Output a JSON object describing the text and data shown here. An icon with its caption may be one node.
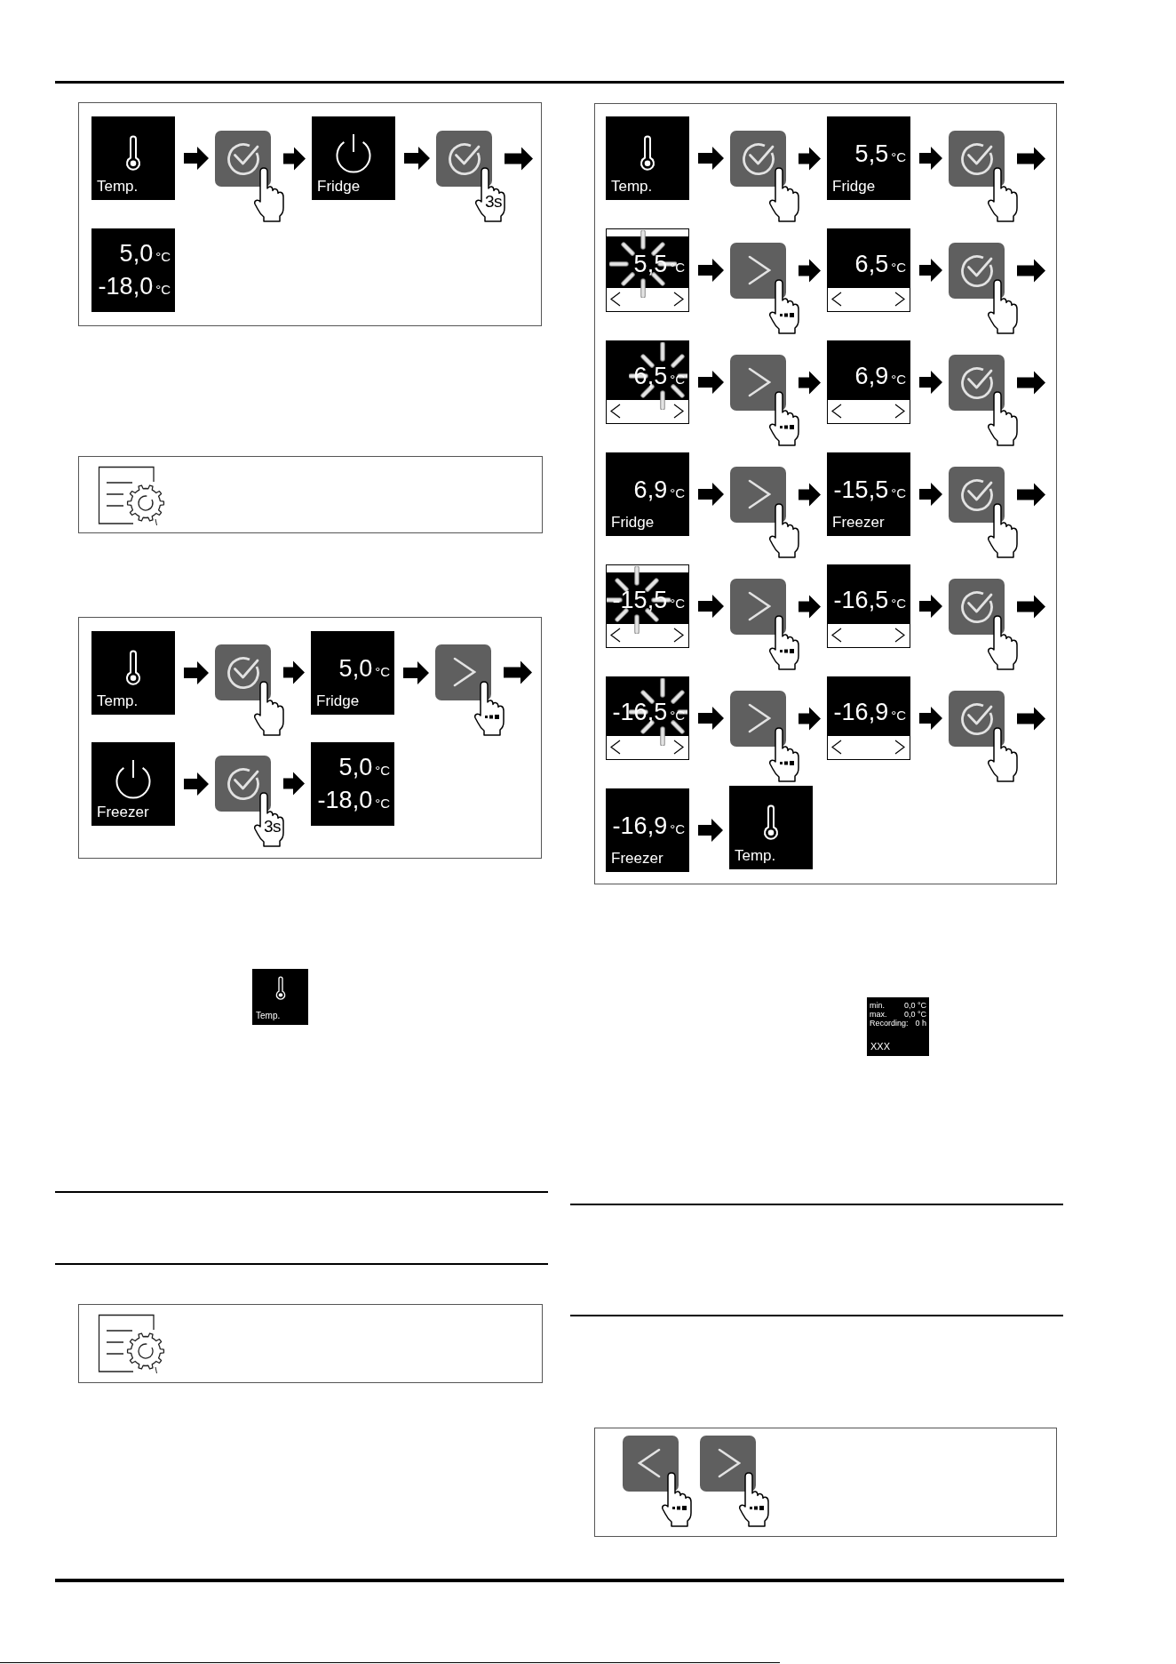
{
  "diagram": {
    "nodes": [
      {
        "text": [
          "Temp."
        ]
      },
      {
        "text": [],
        "shape": "box"
      },
      {
        "text": [
          "Fridge"
        ]
      },
      {
        "text": [],
        "shape": "box",
        "beside": [
          "3s"
        ]
      },
      {
        "text": [
          "5,0",
          "°C",
          "-18,0",
          "°C"
        ]
      },
      {
        "text": [
          "Temp."
        ]
      },
      {
        "text": [],
        "shape": "box"
      },
      {
        "text": [
          "5,0",
          "°C",
          "Fridge"
        ]
      },
      {
        "text": [],
        "shape": "box"
      },
      {
        "text": [
          "Freezer"
        ]
      },
      {
        "text": [],
        "shape": "box",
        "beside": [
          "3s"
        ]
      },
      {
        "text": [
          "5,0",
          "°C",
          "-18,0",
          "°C"
        ]
      },
      {
        "text": [
          "Temp."
        ]
      },
      {
        "text": [
          "Temp."
        ]
      },
      {
        "text": [],
        "shape": "box"
      },
      {
        "text": [
          "5,5",
          "°C",
          "Fridge"
        ]
      },
      {
        "text": [],
        "shape": "box"
      },
      {
        "text": [
          "5,5",
          "°C"
        ]
      },
      {
        "text": [],
        "shape": "box"
      },
      {
        "text": [
          "6,5",
          "°C"
        ]
      },
      {
        "text": [],
        "shape": "box"
      },
      {
        "text": [
          "6,5",
          "°C"
        ]
      },
      {
        "text": [],
        "shape": "box"
      },
      {
        "text": [
          "6,9",
          "°C"
        ]
      },
      {
        "text": [],
        "shape": "box"
      },
      {
        "text": [
          "6,9",
          "°C",
          "Fridge"
        ]
      },
      {
        "text": [],
        "shape": "box"
      },
      {
        "text": [
          "-15,5",
          "°C",
          "Freezer"
        ]
      },
      {
        "text": [],
        "shape": "box"
      },
      {
        "text": [
          "-15,5",
          "°C"
        ]
      },
      {
        "text": [],
        "shape": "box"
      },
      {
        "text": [
          "-16,5",
          "°C"
        ]
      },
      {
        "text": [],
        "shape": "box"
      },
      {
        "text": [
          "-16,5",
          "°C"
        ]
      },
      {
        "text": [],
        "shape": "box"
      },
      {
        "text": [
          "-16,9",
          "°C"
        ]
      },
      {
        "text": [],
        "shape": "box"
      },
      {
        "text": [
          "-16,9",
          "°C",
          "Freezer"
        ]
      },
      {
        "text": [
          "Temp."
        ]
      },
      {
        "text": [
          "min.",
          "0,0 °C",
          "max.",
          "0,0 °C",
          "Recording:",
          "0 h",
          "XXX"
        ]
      },
      {
        "text": [],
        "shape": "box"
      },
      {
        "text": [],
        "shape": "box"
      }
    ],
    "edges": [
      {
        "from": 0,
        "to": 1,
        "arrow": "to"
      },
      {
        "from": 1,
        "to": 2,
        "arrow": "to"
      },
      {
        "from": 2,
        "to": 3,
        "arrow": "to"
      },
      {
        "from": 3,
        "to": null,
        "arrow": "to"
      },
      {
        "from": 5,
        "to": 6,
        "arrow": "to"
      },
      {
        "from": 6,
        "to": 7,
        "arrow": "to"
      },
      {
        "from": 7,
        "to": 8,
        "arrow": "to"
      },
      {
        "from": 8,
        "to": null,
        "arrow": "to"
      },
      {
        "from": 9,
        "to": 10,
        "arrow": "to"
      },
      {
        "from": 10,
        "to": 11,
        "arrow": "to"
      },
      {
        "from": 13,
        "to": 14,
        "arrow": "to"
      },
      {
        "from": 14,
        "to": 15,
        "arrow": "to"
      },
      {
        "from": 15,
        "to": 16,
        "arrow": "to"
      },
      {
        "from": 16,
        "to": null,
        "arrow": "to"
      },
      {
        "from": 17,
        "to": 18,
        "arrow": "to"
      },
      {
        "from": 18,
        "to": 19,
        "arrow": "to"
      },
      {
        "from": 19,
        "to": 20,
        "arrow": "to"
      },
      {
        "from": 20,
        "to": null,
        "arrow": "to"
      },
      {
        "from": 21,
        "to": 22,
        "arrow": "to"
      },
      {
        "from": 22,
        "to": 23,
        "arrow": "to"
      },
      {
        "from": 23,
        "to": 24,
        "arrow": "to"
      },
      {
        "from": 24,
        "to": null,
        "arrow": "to"
      },
      {
        "from": 25,
        "to": 26,
        "arrow": "to"
      },
      {
        "from": 26,
        "to": 27,
        "arrow": "to"
      },
      {
        "from": 27,
        "to": 28,
        "arrow": "to"
      },
      {
        "from": 28,
        "to": null,
        "arrow": "to"
      },
      {
        "from": 29,
        "to": 30,
        "arrow": "to"
      },
      {
        "from": 30,
        "to": 31,
        "arrow": "to"
      },
      {
        "from": 31,
        "to": 32,
        "arrow": "to"
      },
      {
        "from": 32,
        "to": null,
        "arrow": "to"
      },
      {
        "from": 33,
        "to": 34,
        "arrow": "to"
      },
      {
        "from": 34,
        "to": 35,
        "arrow": "to"
      },
      {
        "from": 35,
        "to": 36,
        "arrow": "to"
      },
      {
        "from": 36,
        "to": null,
        "arrow": "to"
      },
      {
        "from": 37,
        "to": 38,
        "arrow": "to"
      }
    ]
  }
}
